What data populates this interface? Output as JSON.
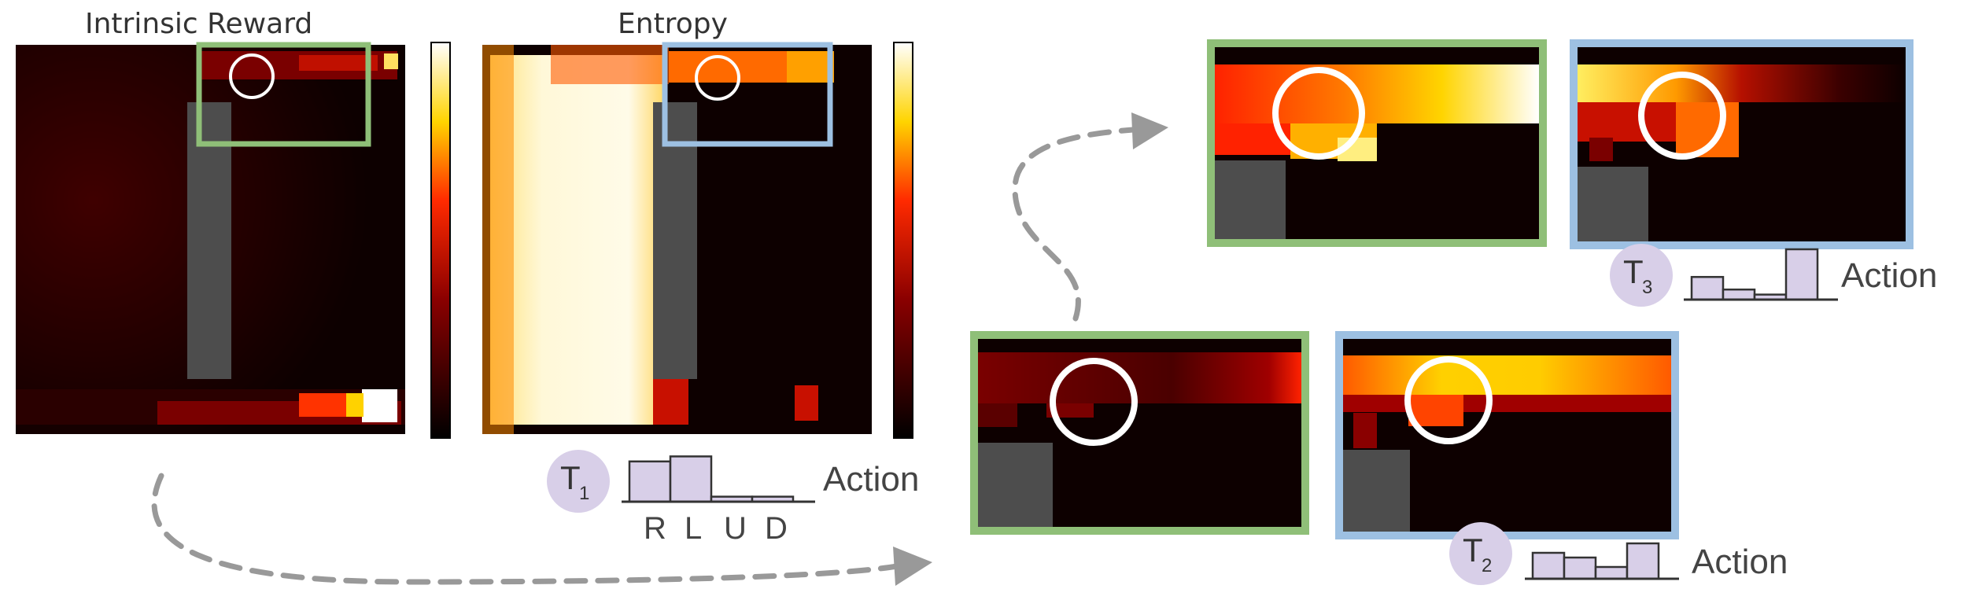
{
  "panels": {
    "intrinsic_title": "Intrinsic Reward",
    "entropy_title": "Entropy"
  },
  "steps": [
    {
      "symbol": "T",
      "subscript": "1",
      "action_label": "Action",
      "action_probs": [
        0.32,
        0.36,
        0.04,
        0.04
      ],
      "action_letters": [
        "R",
        "L",
        "U",
        "D"
      ]
    },
    {
      "symbol": "T",
      "subscript": "2",
      "action_label": "Action",
      "action_probs": [
        0.22,
        0.18,
        0.1,
        0.3
      ]
    },
    {
      "symbol": "T",
      "subscript": "3",
      "action_label": "Action",
      "action_probs": [
        0.18,
        0.08,
        0.04,
        0.4
      ]
    }
  ],
  "colors": {
    "green_frame": "#8fbf78",
    "blue_frame": "#9dc0e2",
    "badge": "#d8cfe8",
    "bar_fill": "#d8cfe8",
    "arrow": "#999999",
    "obstacle": "#4d4d4d",
    "map_background": "#0a0000"
  },
  "icons": [
    "dashed-curved-arrow-icon",
    "circle-highlight-icon",
    "colorbar-icon"
  ]
}
